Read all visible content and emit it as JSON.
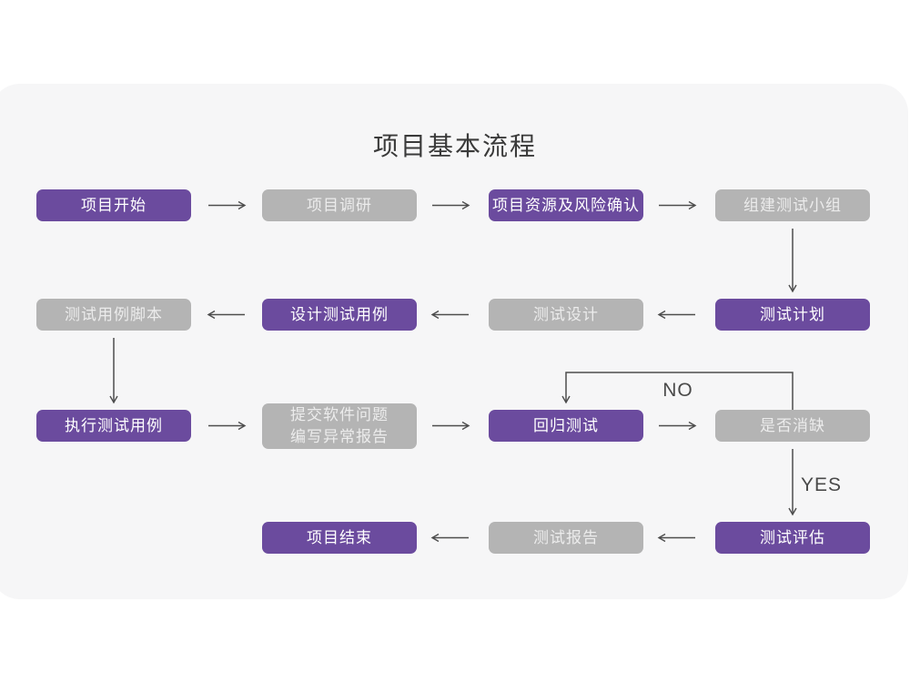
{
  "title": "项目基本流程",
  "colors": {
    "node_purple": "#6B4B9E",
    "node_gray": "#B4B4B4",
    "node_text_on_purple": "#FFFFFF",
    "node_text_on_gray": "#ECECEC",
    "card_background": "#F6F6F7",
    "page_background": "#FFFFFF",
    "arrow": "#4D4D4D",
    "title_text": "#3A3A3A"
  },
  "decision_labels": {
    "no": "NO",
    "yes": "YES"
  },
  "nodes": [
    {
      "id": "project-start",
      "label": "项目开始",
      "style": "purple"
    },
    {
      "id": "project-research",
      "label": "项目调研",
      "style": "gray"
    },
    {
      "id": "resources-risk-confirm",
      "label": "项目资源及风险确认",
      "style": "purple"
    },
    {
      "id": "form-test-team",
      "label": "组建测试小组",
      "style": "gray"
    },
    {
      "id": "test-plan",
      "label": "测试计划",
      "style": "purple"
    },
    {
      "id": "test-design",
      "label": "测试设计",
      "style": "gray"
    },
    {
      "id": "design-test-cases",
      "label": "设计测试用例",
      "style": "purple"
    },
    {
      "id": "test-case-scripts",
      "label": "测试用例脚本",
      "style": "gray"
    },
    {
      "id": "execute-test-cases",
      "label": "执行测试用例",
      "style": "purple"
    },
    {
      "id": "submit-issue-report",
      "label": "提交软件问题\n编写异常报告",
      "style": "gray"
    },
    {
      "id": "regression-test",
      "label": "回归测试",
      "style": "purple"
    },
    {
      "id": "defect-cleared",
      "label": "是否消缺",
      "style": "gray"
    },
    {
      "id": "test-evaluation",
      "label": "测试评估",
      "style": "purple"
    },
    {
      "id": "test-report",
      "label": "测试报告",
      "style": "gray"
    },
    {
      "id": "project-end",
      "label": "项目结束",
      "style": "purple"
    }
  ],
  "edges": [
    {
      "from": "project-start",
      "to": "project-research",
      "label": ""
    },
    {
      "from": "project-research",
      "to": "resources-risk-confirm",
      "label": ""
    },
    {
      "from": "resources-risk-confirm",
      "to": "form-test-team",
      "label": ""
    },
    {
      "from": "form-test-team",
      "to": "test-plan",
      "label": ""
    },
    {
      "from": "test-plan",
      "to": "test-design",
      "label": ""
    },
    {
      "from": "test-design",
      "to": "design-test-cases",
      "label": ""
    },
    {
      "from": "design-test-cases",
      "to": "test-case-scripts",
      "label": ""
    },
    {
      "from": "test-case-scripts",
      "to": "execute-test-cases",
      "label": ""
    },
    {
      "from": "execute-test-cases",
      "to": "submit-issue-report",
      "label": ""
    },
    {
      "from": "submit-issue-report",
      "to": "regression-test",
      "label": ""
    },
    {
      "from": "regression-test",
      "to": "defect-cleared",
      "label": ""
    },
    {
      "from": "defect-cleared",
      "to": "regression-test",
      "label": "NO"
    },
    {
      "from": "defect-cleared",
      "to": "test-evaluation",
      "label": "YES"
    },
    {
      "from": "test-evaluation",
      "to": "test-report",
      "label": ""
    },
    {
      "from": "test-report",
      "to": "project-end",
      "label": ""
    }
  ]
}
